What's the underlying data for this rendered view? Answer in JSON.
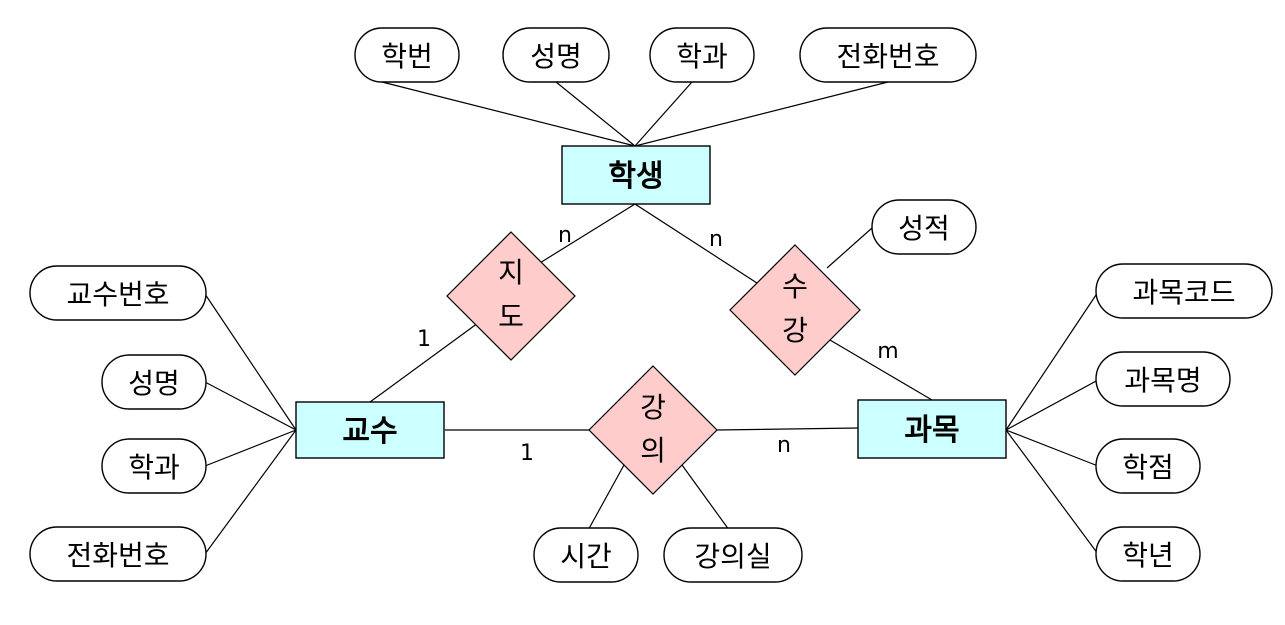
{
  "colors": {
    "entity_fill": "#ccffff",
    "relation_fill": "#ffcccc",
    "line": "#000000"
  },
  "entities": {
    "student": "학생",
    "professor": "교수",
    "course": "과목"
  },
  "relationships": {
    "advise": [
      "지",
      "도"
    ],
    "enroll": [
      "수",
      "강"
    ],
    "lecture": [
      "강",
      "의"
    ]
  },
  "attributes": {
    "student": [
      "학번",
      "성명",
      "학과",
      "전화번호"
    ],
    "professor": [
      "교수번호",
      "성명",
      "학과",
      "전화번호"
    ],
    "course": [
      "과목코드",
      "과목명",
      "학점",
      "학년"
    ],
    "enroll": [
      "성적"
    ],
    "lecture": [
      "시간",
      "강의실"
    ]
  },
  "cardinalities": {
    "advise_student": "n",
    "advise_professor": "1",
    "enroll_student": "n",
    "enroll_course": "m",
    "lecture_professor": "1",
    "lecture_course": "n"
  }
}
